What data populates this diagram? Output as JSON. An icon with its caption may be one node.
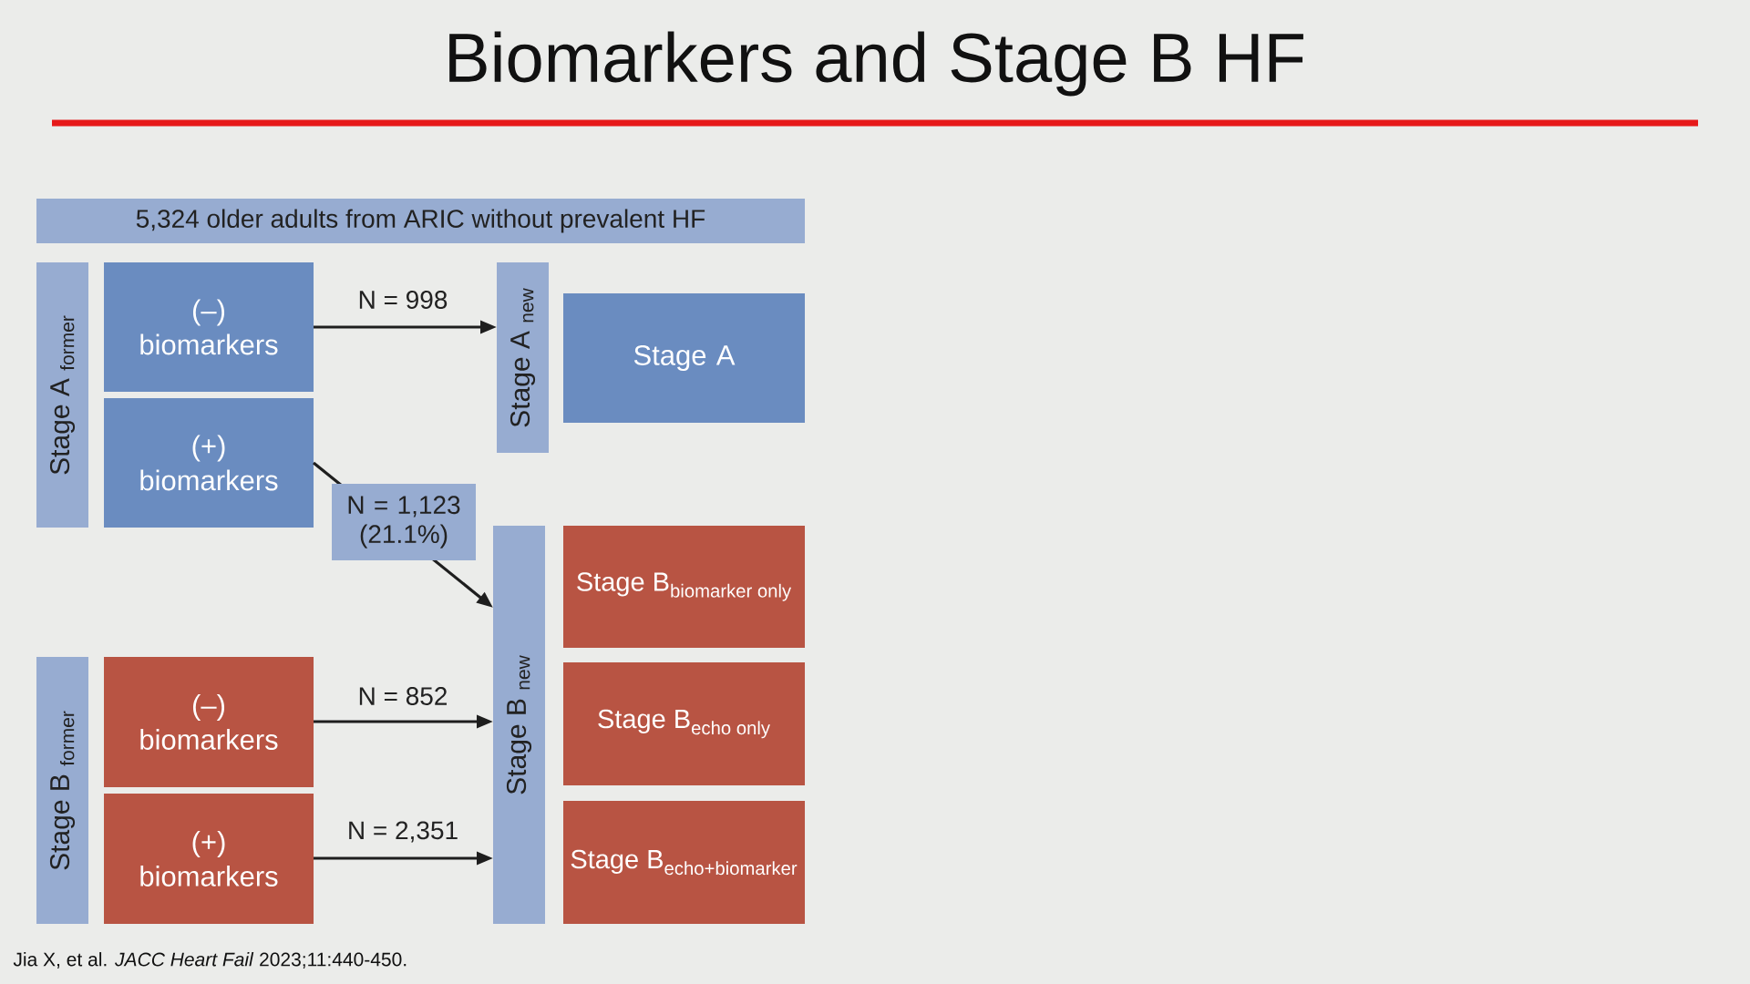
{
  "diagram": {
    "title": "Biomarkers and Stage B HF",
    "caption": "Jia X, et al. *JACC Heart Fail* 2023;11:440-450.",
    "nodes": [
      {
        "text": [
          "5,324 older adults from ARIC without prevalent HF"
        ]
      },
      {
        "text": [
          "Stage A $_{former}$"
        ]
      },
      {
        "text": [
          "(–) biomarkers"
        ]
      },
      {
        "text": [
          "(+) biomarkers"
        ]
      },
      {
        "text": [
          "Stage A $_{new}$"
        ]
      },
      {
        "text": [
          "Stage A"
        ]
      },
      {
        "text": [
          "Stage B $_{new}$"
        ]
      },
      {
        "text": [
          "\\text{Stage B}_{\\text{biomarker only}}"
        ]
      },
      {
        "text": [
          "\\text{Stage B}_{\\text{echo only}}"
        ]
      },
      {
        "text": [
          "\\text{Stage B}_{\\text{echo+biomarker}}"
        ]
      },
      {
        "text": [
          "Stage B $_{former}$"
        ]
      },
      {
        "text": [
          "(–) biomarkers"
        ]
      },
      {
        "text": [
          "(+) biomarkers"
        ]
      }
    ],
    "edges": [
      {
        "from": 2,
        "to": 4,
        "arrow": "to",
        "label": "N = 998"
      },
      {
        "from": 3,
        "to": 6,
        "arrow": "to",
        "label": "N = 1,123 (21.1%)"
      },
      {
        "from": 11,
        "to": 6,
        "arrow": "to",
        "label": "N = 852"
      },
      {
        "from": 12,
        "to": 6,
        "arrow": "to",
        "label": "N = 2,351"
      }
    ]
  }
}
